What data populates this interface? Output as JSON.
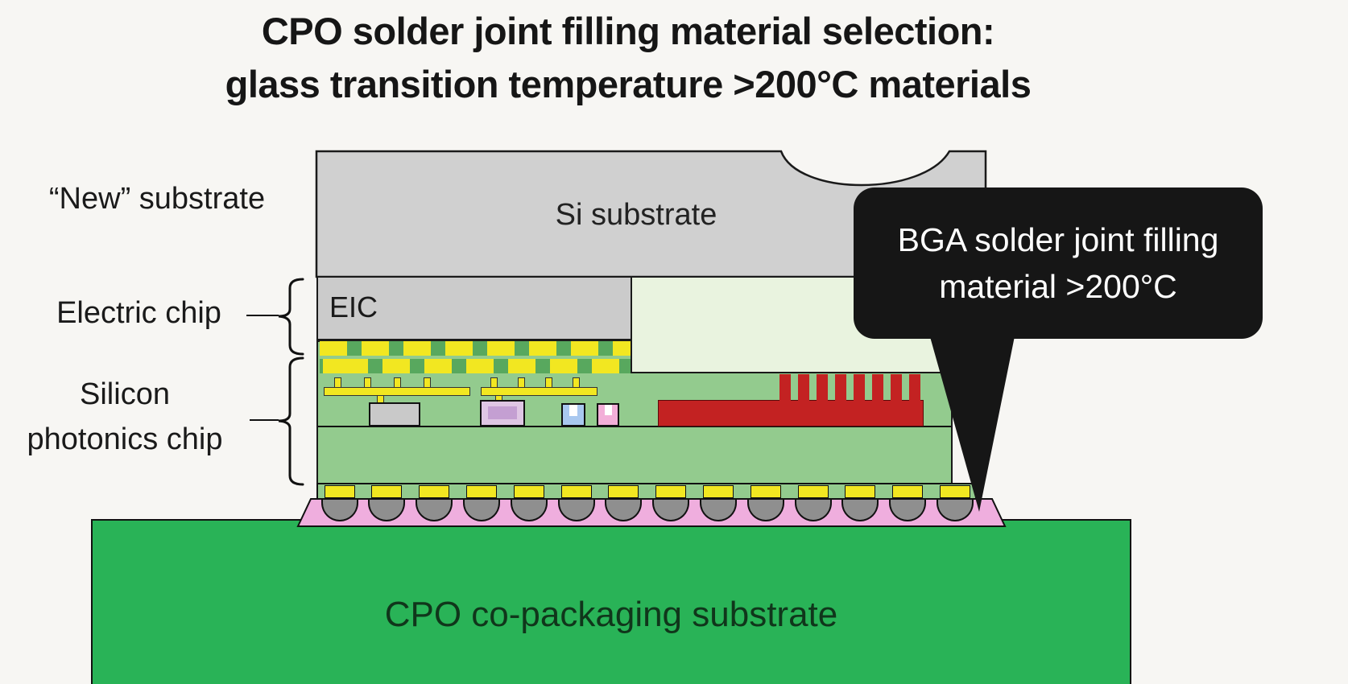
{
  "title": {
    "line1": "CPO solder joint filling material selection:",
    "line2": "glass transition temperature >200°C materials"
  },
  "left_labels": {
    "new_substrate": "“New” substrate",
    "electric_chip": "Electric chip",
    "silicon_photonics": [
      "Silicon",
      "photonics chip"
    ]
  },
  "diagram": {
    "si_substrate": "Si substrate",
    "eic": "EIC",
    "cpo_substrate": "CPO co-packaging substrate",
    "solder_ball_count": 14
  },
  "callout": {
    "line1": "BGA solder joint filling",
    "line2": "material >200°C"
  },
  "colors": {
    "substrate_gray": "#d0d0d0",
    "chip_green": "#93cb8e",
    "pale_green": "#e9f3df",
    "pad_yellow": "#f2e721",
    "red_structure": "#c32222",
    "pink_layer": "#efaede",
    "ball_gray": "#8f8f8f",
    "cpo_green": "#29b357",
    "callout_bg": "#161616"
  }
}
